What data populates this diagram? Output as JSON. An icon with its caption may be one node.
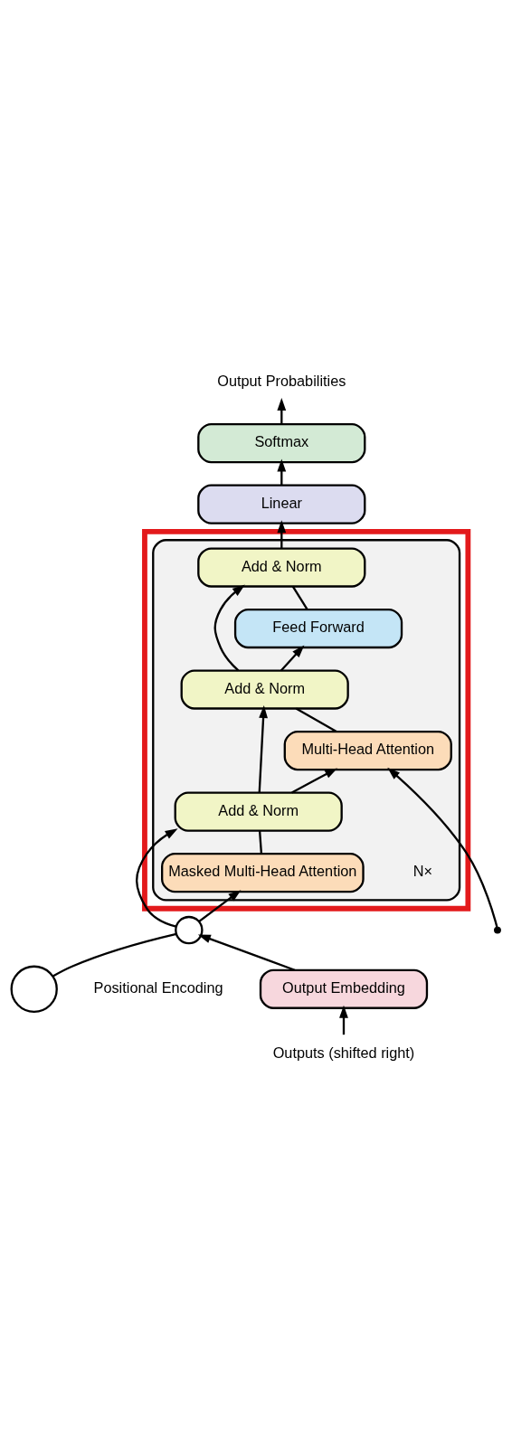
{
  "diagram": {
    "nodes": [
      {
        "text": [
          "Output Probabilities"
        ]
      },
      {
        "text": [
          "Softmax"
        ]
      },
      {
        "text": [
          "Linear"
        ]
      },
      {
        "text": [],
        "shape": "box"
      },
      {
        "text": [],
        "shape": "box",
        "beside": [
          "N×"
        ],
        "in": 3
      },
      {
        "text": [
          "Add & Norm"
        ],
        "in": 4
      },
      {
        "text": [
          "Feed Forward"
        ],
        "in": 4
      },
      {
        "text": [
          "Add & Norm"
        ],
        "in": 4
      },
      {
        "text": [
          "Multi-Head Attention"
        ],
        "in": 4
      },
      {
        "text": [
          "Add & Norm"
        ],
        "in": 4
      },
      {
        "text": [
          "Masked Multi-Head Attention"
        ],
        "in": 4
      },
      {
        "text": [],
        "shape": "circle"
      },
      {
        "text": [],
        "shape": "circle",
        "beside": [
          "Positional Encoding"
        ]
      },
      {
        "text": [
          "Output Embedding"
        ]
      },
      {
        "text": [
          "Outputs (shifted right)"
        ]
      }
    ],
    "edges": [
      {
        "from": 14,
        "to": 13,
        "arrow": "to"
      },
      {
        "from": 13,
        "to": 11,
        "arrow": "to"
      },
      {
        "from": 12,
        "to": 11,
        "arrow": "none"
      },
      {
        "from": 11,
        "to": 10,
        "arrow": "to"
      },
      {
        "from": 11,
        "to": 9,
        "arrow": "to"
      },
      {
        "from": 10,
        "to": 9,
        "arrow": "none"
      },
      {
        "from": 9,
        "to": 8,
        "arrow": "to"
      },
      {
        "from": 9,
        "to": 7,
        "arrow": "to"
      },
      {
        "from": null,
        "to": 8,
        "arrow": "to"
      },
      {
        "from": 8,
        "to": 7,
        "arrow": "none"
      },
      {
        "from": 7,
        "to": 6,
        "arrow": "to"
      },
      {
        "from": 7,
        "to": 5,
        "arrow": "to"
      },
      {
        "from": 6,
        "to": 5,
        "arrow": "none"
      },
      {
        "from": 5,
        "to": 2,
        "arrow": "to"
      },
      {
        "from": 2,
        "to": 1,
        "arrow": "to"
      },
      {
        "from": 1,
        "to": 0,
        "arrow": "to"
      }
    ]
  }
}
